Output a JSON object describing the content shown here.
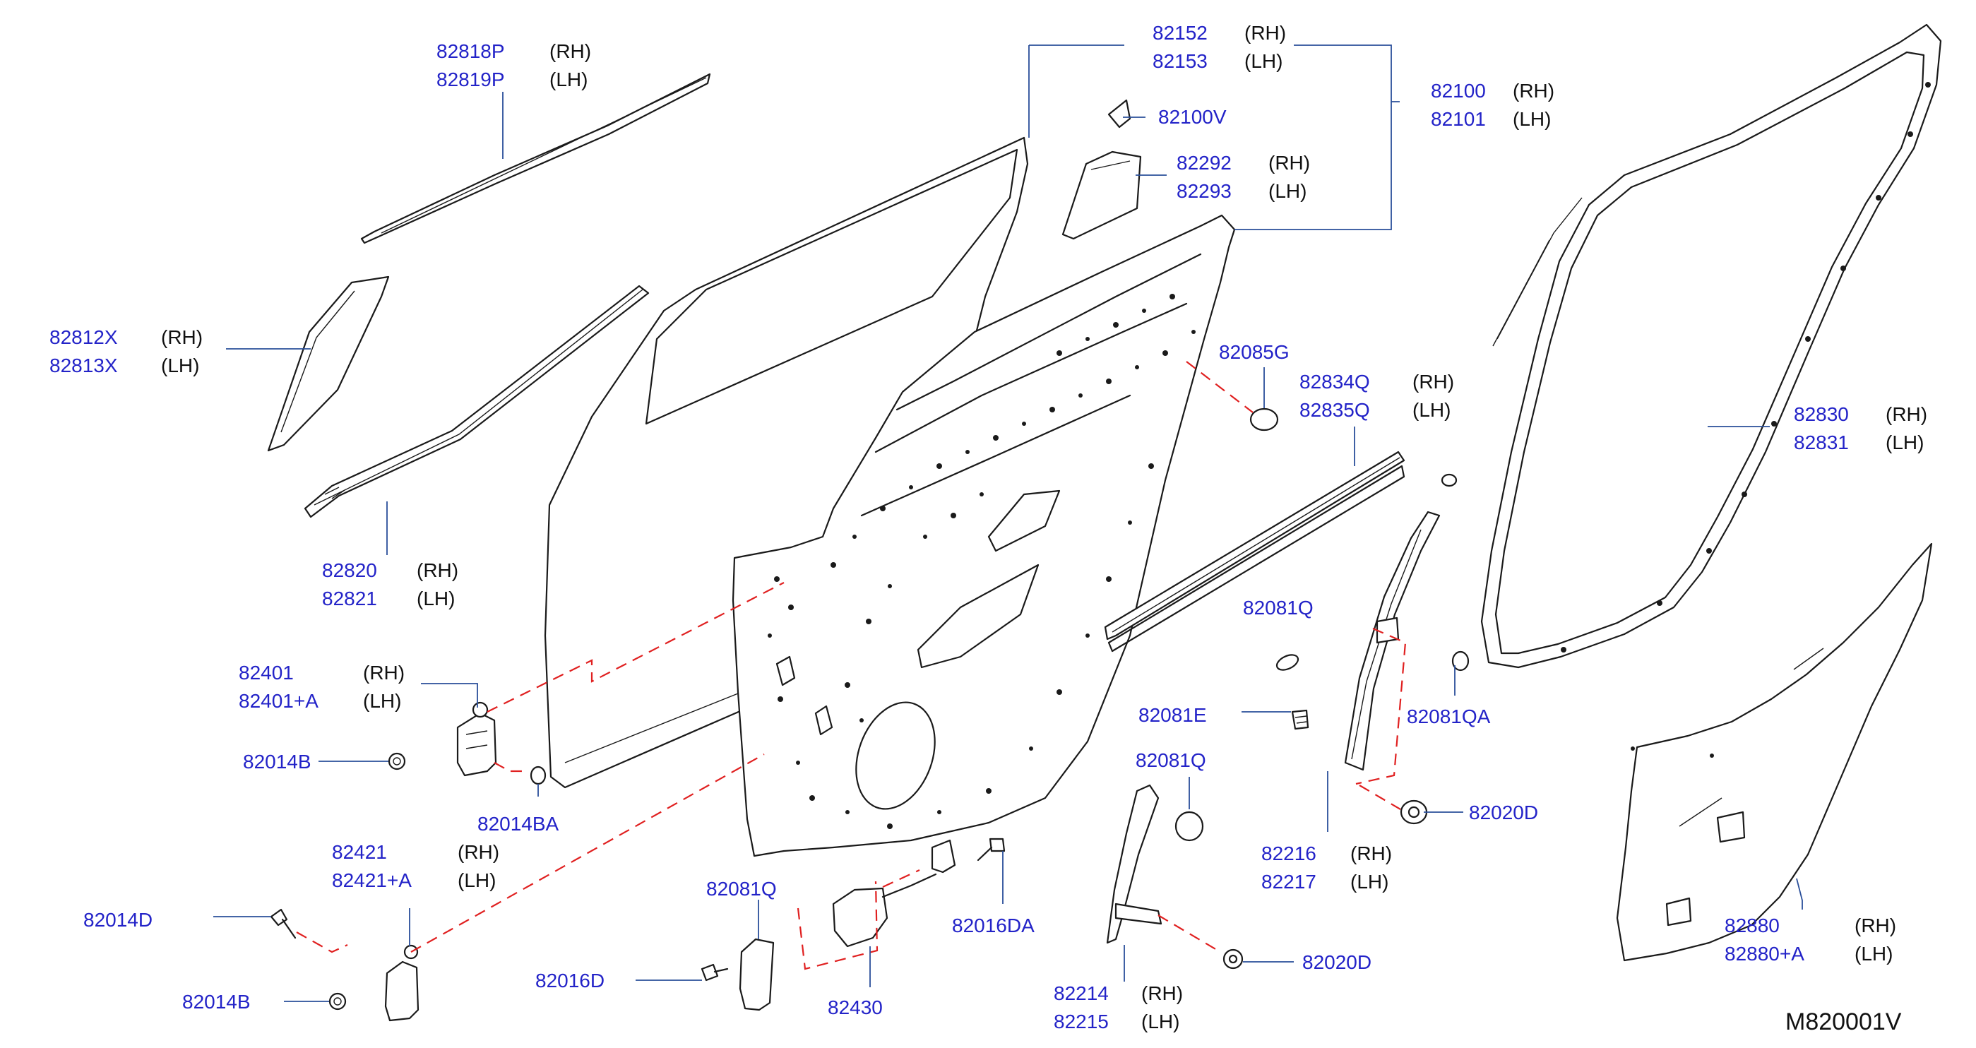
{
  "title": "",
  "diagram_code": "M820001V",
  "colors": {
    "part_number": "#2323c8",
    "side_label": "#111111",
    "leader_line": "#2a4f9a",
    "assembly_dash": "#e02020",
    "outline": "#1a1a1a",
    "background": "#ffffff"
  },
  "callouts": [
    {
      "id": "c-82818P",
      "part_numbers": [
        "82818P",
        "82819P"
      ],
      "sides": [
        "(RH)",
        "(LH)"
      ],
      "part": "window-outer-molding"
    },
    {
      "id": "c-82812X",
      "part_numbers": [
        "82812X",
        "82813X"
      ],
      "sides": [
        "(RH)",
        "(LH)"
      ],
      "part": "sash-garnish"
    },
    {
      "id": "c-82820",
      "part_numbers": [
        "82820",
        "82821"
      ],
      "sides": [
        "(RH)",
        "(LH)"
      ],
      "part": "inner-weatherstrip"
    },
    {
      "id": "c-82152",
      "part_numbers": [
        "82152",
        "82153"
      ],
      "sides": [
        "(RH)",
        "(LH)"
      ],
      "part": "outer-door-panel"
    },
    {
      "id": "c-82100V",
      "part_numbers": [
        "82100V"
      ],
      "sides": [],
      "part": "bracket-clip"
    },
    {
      "id": "c-82100",
      "part_numbers": [
        "82100",
        "82101"
      ],
      "sides": [
        "(RH)",
        "(LH)"
      ],
      "part": "door-shell"
    },
    {
      "id": "c-82292",
      "part_numbers": [
        "82292",
        "82293"
      ],
      "sides": [
        "(RH)",
        "(LH)"
      ],
      "part": "corner-cover"
    },
    {
      "id": "c-82085G",
      "part_numbers": [
        "82085G"
      ],
      "sides": [],
      "part": "plug"
    },
    {
      "id": "c-82834Q",
      "part_numbers": [
        "82834Q",
        "82835Q"
      ],
      "sides": [
        "(RH)",
        "(LH)"
      ],
      "part": "lower-seal-channel"
    },
    {
      "id": "c-82830",
      "part_numbers": [
        "82830",
        "82831"
      ],
      "sides": [
        "(RH)",
        "(LH)"
      ],
      "part": "door-weatherstrip"
    },
    {
      "id": "c-82081Q-a",
      "part_numbers": [
        "82081Q"
      ],
      "sides": [],
      "part": "plug-a"
    },
    {
      "id": "c-82081E",
      "part_numbers": [
        "82081E"
      ],
      "sides": [],
      "part": "clip-nut"
    },
    {
      "id": "c-82081QA",
      "part_numbers": [
        "82081QA"
      ],
      "sides": [],
      "part": "plug-qa"
    },
    {
      "id": "c-82020D-a",
      "part_numbers": [
        "82020D"
      ],
      "sides": [],
      "part": "bolt-sash"
    },
    {
      "id": "c-82216",
      "part_numbers": [
        "82216",
        "82217"
      ],
      "sides": [
        "(RH)",
        "(LH)"
      ],
      "part": "sash-channel"
    },
    {
      "id": "c-82081Q-b",
      "part_numbers": [
        "82081Q"
      ],
      "sides": [],
      "part": "plug-b"
    },
    {
      "id": "c-82020D-b",
      "part_numbers": [
        "82020D"
      ],
      "sides": [],
      "part": "bolt-rail"
    },
    {
      "id": "c-82214",
      "part_numbers": [
        "82214",
        "82215"
      ],
      "sides": [
        "(RH)",
        "(LH)"
      ],
      "part": "rear-rail"
    },
    {
      "id": "c-82880",
      "part_numbers": [
        "82880",
        "82880+A"
      ],
      "sides": [
        "(RH)",
        "(LH)"
      ],
      "part": "sealing-screen"
    },
    {
      "id": "c-82401",
      "part_numbers": [
        "82401",
        "82401+A"
      ],
      "sides": [
        "(RH)",
        "(LH)"
      ],
      "part": "upper-hinge"
    },
    {
      "id": "c-82014B-a",
      "part_numbers": [
        "82014B"
      ],
      "sides": [],
      "part": "nut-upper-hinge"
    },
    {
      "id": "c-82014BA",
      "part_numbers": [
        "82014BA"
      ],
      "sides": [],
      "part": "nut-ba"
    },
    {
      "id": "c-82421",
      "part_numbers": [
        "82421",
        "82421+A"
      ],
      "sides": [
        "(RH)",
        "(LH)"
      ],
      "part": "lower-hinge"
    },
    {
      "id": "c-82014D",
      "part_numbers": [
        "82014D"
      ],
      "sides": [],
      "part": "hinge-bolt"
    },
    {
      "id": "c-82014B-b",
      "part_numbers": [
        "82014B"
      ],
      "sides": [],
      "part": "nut-lower-hinge"
    },
    {
      "id": "c-82081Q-c",
      "part_numbers": [
        "82081Q"
      ],
      "sides": [],
      "part": "plug-c"
    },
    {
      "id": "c-82016D",
      "part_numbers": [
        "82016D"
      ],
      "sides": [],
      "part": "check-link-bolt"
    },
    {
      "id": "c-82430",
      "part_numbers": [
        "82430"
      ],
      "sides": [],
      "part": "door-check"
    },
    {
      "id": "c-82016DA",
      "part_numbers": [
        "82016DA"
      ],
      "sides": [],
      "part": "check-bolt-da"
    }
  ]
}
